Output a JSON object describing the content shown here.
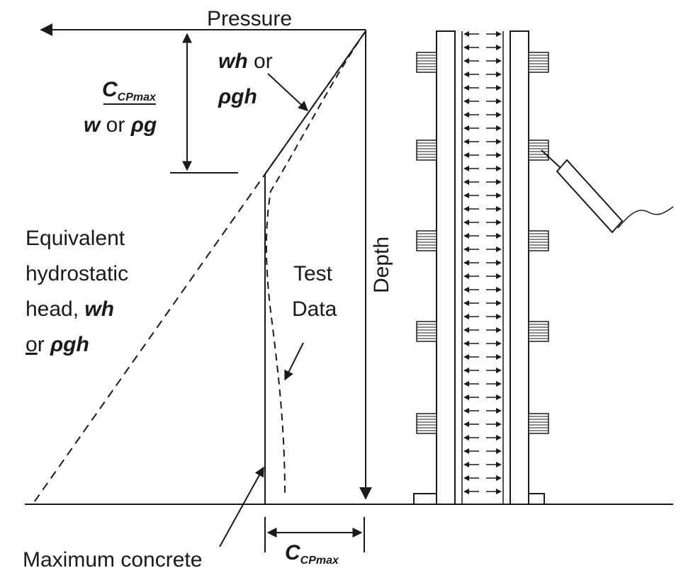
{
  "diagram": {
    "labels": {
      "pressure": "Pressure",
      "depth": "Depth",
      "ccp_main": "C",
      "ccp_sub": "CPmax",
      "w_bold": "w",
      "or_pg": " or ",
      "pg_bold": "ρg",
      "wh_bold": "wh",
      "or_word": " or",
      "pgh_bold": "ρgh",
      "equiv_line1": "Equivalent",
      "equiv_line2": "hydrostatic",
      "equiv_line3": "head, ",
      "equiv_wh": "wh",
      "equiv_or_u": "o",
      "equiv_or_r": "r ",
      "equiv_pgh": "ρgh",
      "test": "Test",
      "data": "Data",
      "max_concrete": "Maximum concrete",
      "cmax_main": "C",
      "cmax_sub": "CPmax"
    },
    "colors": {
      "ink": "#1a1a1a",
      "background": "#ffffff"
    }
  }
}
